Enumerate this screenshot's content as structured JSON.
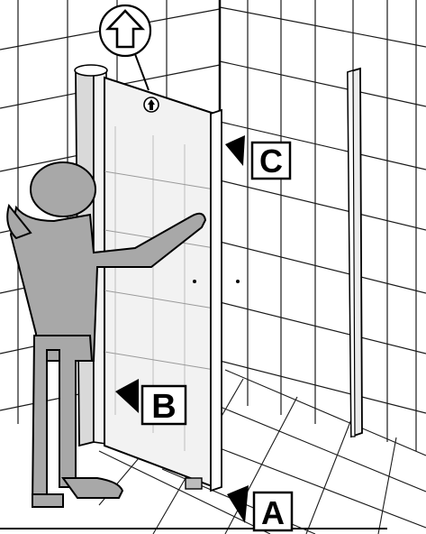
{
  "callouts": {
    "a": "A",
    "b": "B",
    "c": "C"
  },
  "icons": {
    "up_arrow": "up-arrow-icon",
    "door_lift": "up-arrow-icon"
  },
  "colors": {
    "ink": "#000000",
    "tile_line": "#1a1a1a",
    "figure_fill": "#a8a8a8",
    "figure_dark": "#8a8a8a",
    "glass_fill": "#f2f2f2",
    "profile_fill": "#d9d9d9",
    "background": "#ffffff"
  }
}
